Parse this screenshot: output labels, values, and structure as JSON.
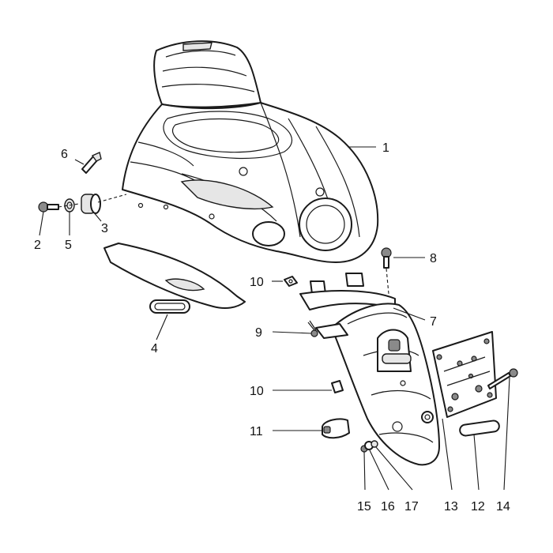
{
  "diagram": {
    "callouts": [
      {
        "id": "c1",
        "label": "1"
      },
      {
        "id": "c2",
        "label": "2"
      },
      {
        "id": "c3",
        "label": "3"
      },
      {
        "id": "c4",
        "label": "4"
      },
      {
        "id": "c5",
        "label": "5"
      },
      {
        "id": "c6",
        "label": "6"
      },
      {
        "id": "c7",
        "label": "7"
      },
      {
        "id": "c8",
        "label": "8"
      },
      {
        "id": "c9",
        "label": "9"
      },
      {
        "id": "c10a",
        "label": "10"
      },
      {
        "id": "c10b",
        "label": "10"
      },
      {
        "id": "c11",
        "label": "11"
      },
      {
        "id": "c12",
        "label": "12"
      },
      {
        "id": "c13",
        "label": "13"
      },
      {
        "id": "c14",
        "label": "14"
      },
      {
        "id": "c15",
        "label": "15"
      },
      {
        "id": "c16",
        "label": "16"
      },
      {
        "id": "c17",
        "label": "17"
      }
    ]
  }
}
